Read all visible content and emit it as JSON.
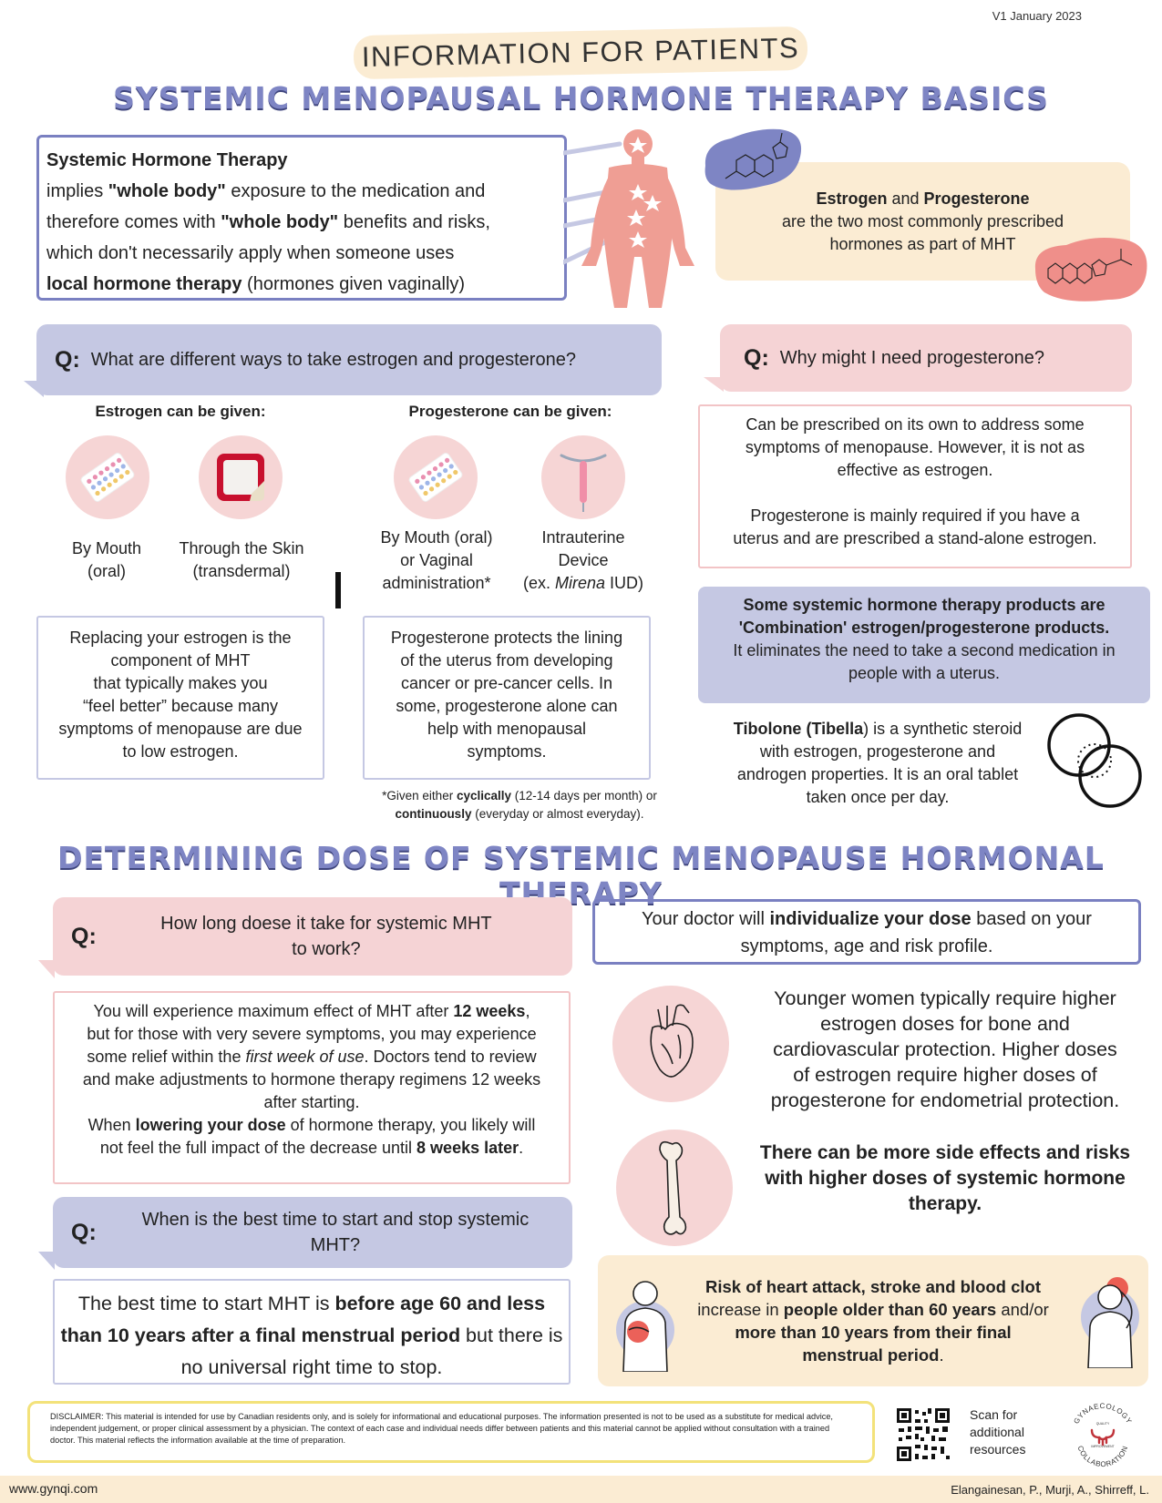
{
  "header": {
    "version": "V1 January 2023",
    "kicker": "INFORMATION FOR PATIENTS",
    "title": "SYSTEMIC MENOPAUSAL HORMONE THERAPY BASICS"
  },
  "intro": {
    "heading": "Systemic Hormone Therapy",
    "line1_a": "implies ",
    "line1_b": "\"whole body\"",
    "line1_c": " exposure to the medication and",
    "line2_a": "therefore comes with ",
    "line2_b": "\"whole body\"",
    "line2_c": " benefits and risks,",
    "line3": "which don't necessarily apply when someone uses",
    "line4_a": "local hormone therapy",
    "line4_b": " (hormones given vaginally)"
  },
  "hormones": {
    "estrogen": "Estrogen",
    "and": " and ",
    "progesterone": "Progesterone",
    "line2": "are the two most commonly prescribed",
    "line3": "hormones as part of MHT"
  },
  "q1": {
    "mark": "Q:",
    "text": "What are different ways to take estrogen and progesterone?"
  },
  "estrogen_routes": {
    "heading": "Estrogen can be given:",
    "mouth": [
      "By Mouth",
      "(oral)"
    ],
    "skin": [
      "Through the Skin",
      "(transdermal)"
    ],
    "box": [
      "Replacing your estrogen is the",
      "component of MHT",
      "that typically makes you",
      "“feel better” because many",
      "symptoms of menopause are due",
      "to low estrogen."
    ]
  },
  "progesterone_routes": {
    "heading": "Progesterone can be given:",
    "mouth": [
      "By Mouth (oral)",
      "or Vaginal",
      "administration*"
    ],
    "iud_1": "Intrauterine",
    "iud_2": "Device",
    "iud_3a": "(ex. ",
    "iud_3b": "Mirena",
    "iud_3c": " IUD)",
    "box": [
      "Progesterone protects the lining",
      "of the uterus from developing",
      "cancer or pre-cancer cells. In",
      "some, progesterone alone can",
      "help with menopausal",
      "symptoms."
    ]
  },
  "footnote": {
    "a": "*Given either ",
    "b": "cyclically",
    "c": " (12-14 days per month) or",
    "d": "continuously",
    "e": " (everyday or almost everyday)."
  },
  "q2": {
    "mark": "Q:",
    "text": "Why might I need progesterone?",
    "answer_1": [
      "Can be prescribed on its own to address some",
      "symptoms of menopause. However, it is not as",
      "effective as estrogen."
    ],
    "answer_2": [
      "Progesterone is mainly required if you have a",
      "uterus and are prescribed a stand-alone estrogen."
    ]
  },
  "combo": {
    "line1": "Some systemic hormone therapy products are",
    "line2": "'Combination' estrogen/progesterone products.",
    "line3": "It eliminates the need to take a second medication in",
    "line4": "people with a uterus."
  },
  "tibolone": {
    "bold": "Tibolone (Tibella",
    "rest1": ") is a synthetic steroid",
    "line2": "with estrogen, progesterone and",
    "line3": "androgen properties. It is an oral tablet",
    "line4": "taken once per day."
  },
  "section2": {
    "title": "DETERMINING DOSE OF SYSTEMIC MENOPAUSE HORMONAL THERAPY"
  },
  "q3": {
    "mark": "Q:",
    "line1": "How long doese it take for systemic MHT",
    "line2": "to work?"
  },
  "dose_answer": {
    "l1a": "You will experience maximum effect of MHT after ",
    "l1b": "12 weeks",
    "l1c": ",",
    "l2": "but for those with very severe symptoms, you may experience",
    "l3a": "some relief within the ",
    "l3b": "first week of use",
    "l3c": ". Doctors tend to review",
    "l4": "and make adjustments to hormone therapy regimens 12 weeks",
    "l5": "after starting.",
    "l6a": "When ",
    "l6b": "lowering your dose",
    "l6c": " of hormone therapy, you likely will",
    "l7a": "not feel the full impact of the decrease until ",
    "l7b": "8 weeks later",
    "l7c": "."
  },
  "q4": {
    "mark": "Q:",
    "line1": "When is the best time to start and stop systemic",
    "line2": "MHT?"
  },
  "start_answer": {
    "a": "The best time to start MHT is ",
    "b": "before age 60 and less",
    "c": "than 10 years after a final menstrual period",
    "d": " but there is",
    "e": "no universal right time to stop."
  },
  "individualize": {
    "a": "Your doctor will ",
    "b": "individualize your dose",
    "c": " based on your",
    "d": "symptoms, age and risk profile."
  },
  "younger": [
    "Younger women typically require higher",
    "estrogen doses for bone and",
    "cardiovascular protection. Higher doses",
    "of estrogen require higher doses of",
    "progesterone for endometrial protection."
  ],
  "side_effects": [
    "There can be more side effects and risks",
    "with higher doses of systemic hormone",
    "therapy."
  ],
  "risk": {
    "l1": "Risk of heart attack, stroke and blood clot",
    "l2a": "increase in ",
    "l2b": "people older than 60 years",
    "l2c": " and/or",
    "l3": "more than 10 years from their final",
    "l4a": "menstrual period",
    "l4b": "."
  },
  "footer": {
    "disclaimer": "DISCLAIMER: This material is intended for use by Canadian residents only, and is solely for informational and educational purposes. The information presented is not to be used as a substitute for medical advice, independent judgement, or proper clinical assessment by a physician. The context of each case and individual needs differ between patients and this material cannot be applied without consultation with a trained doctor. This material reflects the information available at the time of preparation.",
    "scan": [
      "Scan for",
      "additional",
      "resources"
    ],
    "logo_top": "GYNAECOLOGY",
    "logo_quality": "QUALITY",
    "logo_improvement": "IMPROVEMENT",
    "logo_bottom": "COLLABORATION",
    "website": "www.gynqi.com",
    "authors": "Elangainesan, P., Murji, A., Shirreff, L."
  },
  "colors": {
    "lavender": "#c5c8e3",
    "pink": "#f5d3d5",
    "cream": "#fbecd3",
    "title_blue": "#7e85c4",
    "border_blue": "#7a80c1",
    "salmon": "#ef9e94",
    "logo_red": "#c0333a"
  },
  "icons": [
    "pill-pack-icon",
    "skin-patch-icon",
    "iud-icon",
    "heart-icon",
    "bone-icon",
    "body-figure-icon",
    "molecule-icon",
    "venn-icon",
    "qr-code-icon",
    "logo-icon",
    "person-chest-pain-icon",
    "person-headache-icon"
  ]
}
